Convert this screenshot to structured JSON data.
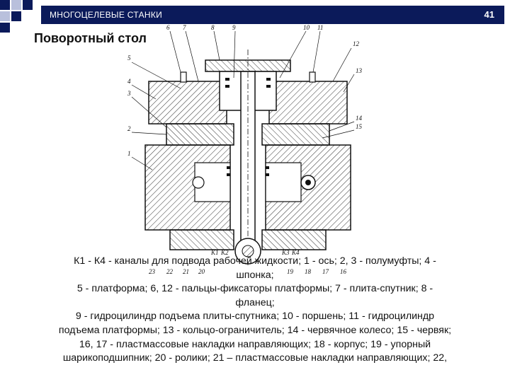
{
  "header": {
    "title": "МНОГОЦЕЛЕВЫЕ СТАНКИ",
    "page_number": "41",
    "bar_color": "#0b1a5a"
  },
  "slide": {
    "title": "Поворотный стол"
  },
  "drawing": {
    "callouts_top": [
      "6",
      "7",
      "8",
      "9",
      "10",
      "11"
    ],
    "callouts_right": [
      "12",
      "13",
      "14",
      "15"
    ],
    "callouts_left": [
      "5",
      "4",
      "3",
      "2",
      "1"
    ],
    "callouts_bottom": [
      "23",
      "22",
      "21",
      "20",
      "19",
      "18",
      "17",
      "16"
    ],
    "channel_labels": [
      "К1",
      "К2",
      "К3",
      "К4"
    ]
  },
  "caption": {
    "lines": [
      "К1 - К4 - каналы для подвода рабочей жидкости; 1 - ось; 2, 3 - полумуфты; 4 -",
      "шпонка;",
      "5 - платформа; 6, 12 - пальцы-фиксаторы платформы; 7 - плита-спутник; 8 -",
      "фланец;",
      "9 - гидроцилиндр подъема плиты-спутника; 10 - поршень; 11 - гидроцилиндр",
      "подъема платформы; 13 - кольцо-ограничитель; 14 - червячное колесо; 15 - червяк;",
      "16, 17 - пластмассовые накладки направляющих; 18 - корпус; 19 - упорный",
      "шарикоподшипник; 20 - ролики; 21 – пластмассовые накладки направляющих; 22,"
    ]
  }
}
